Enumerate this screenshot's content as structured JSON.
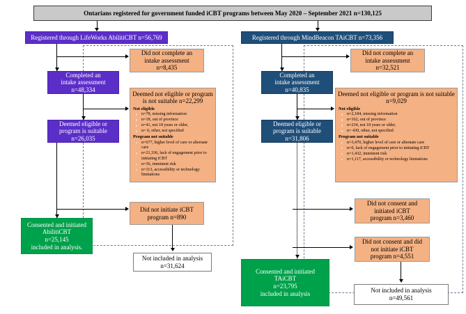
{
  "figure": {
    "type": "flow-diagram",
    "title": "Ontarians registered for government funded iCBT programs between May 2020 – September 2021 n=130,125"
  },
  "top": {
    "label": "Ontarians registered for government funded iCBT programs between May 2020 – September 2021 n=130,125"
  },
  "left": {
    "registered": "Registered through LifeWorks AbilitiCBT n=56,769",
    "no_intake": "Did not complete an\nintake assessment\nn=8,435",
    "completed": "Completed an\nintake assessment\nn=48,334",
    "eligible": "Deemed eligible or\nprogram is suitable\nn=26,035",
    "detail_header": "Deemed not eligible or program is not suitable n=22,299",
    "not_eligible_label": "Not eligible",
    "not_eligible_items": [
      "n=78, missing information",
      "n=18, out of province",
      "n=41, not 18 years or older,",
      "n= 0, other, not specified"
    ],
    "not_suitable_label": "Program not suitable",
    "not_suitable_items": [
      "n=677, higher level of care or alternate care",
      "n=21,336, lack of engagement prior to initiating iCBT",
      "n=36, imminent risk",
      "n=113, accessibility or technology limitations"
    ],
    "no_initiate": "Did not initiate iCBT\nprogram n=890",
    "consented": "Consented and initiated\nAbilitiCBT\nn=25,145\nincluded in analysis.",
    "not_included": "Not included in analysis\nn=31,624"
  },
  "right": {
    "registered": "Registered through MindBeacon TAiCBT n=73,356",
    "no_intake": "Did not complete an\nintake assessment\nn=32,521",
    "completed": "Completed an\nintake assessment\nn=40,835",
    "eligible": "Deemed eligible or\nprogram is suitable\nn=31,806",
    "detail_header": "Deemed not eligible or program is not suitable n=9,029",
    "not_eligible_label": "Not eligible",
    "not_eligible_items": [
      "n=2,184, missing information",
      "n=162, out of province",
      "n=234, not 18 years or older,",
      "n= 430, other, not specified"
    ],
    "not_suitable_label": "Program not suitable",
    "not_suitable_items": [
      "n=3,470, higher level of care or alternate care",
      "n=0, lack of engagement prior to initiating iCBT",
      "n=1,432, imminent risk",
      "n=1,117, accessibility or technology limitations"
    ],
    "no_consent_initiated": "Did not consent and\ninitiated iCBT\nprogram n=3,460",
    "no_consent_not_initiated": "Did not consent and did\nnot initiate iCBT\nprogram n=4,551",
    "consented": "Consented and initiated\nTAiCBT\nn=23,795\nincluded in analysis",
    "not_included": "Not included in analysis\nn=49,561"
  },
  "colors": {
    "top_box": "#C9C9C9",
    "left_brand": "#5B2EC8",
    "right_brand": "#1F4E79",
    "excluded": "#F4B183",
    "included": "#00A14B",
    "plain": "#FFFFFF",
    "dashed_border": "#6E7B8C"
  }
}
